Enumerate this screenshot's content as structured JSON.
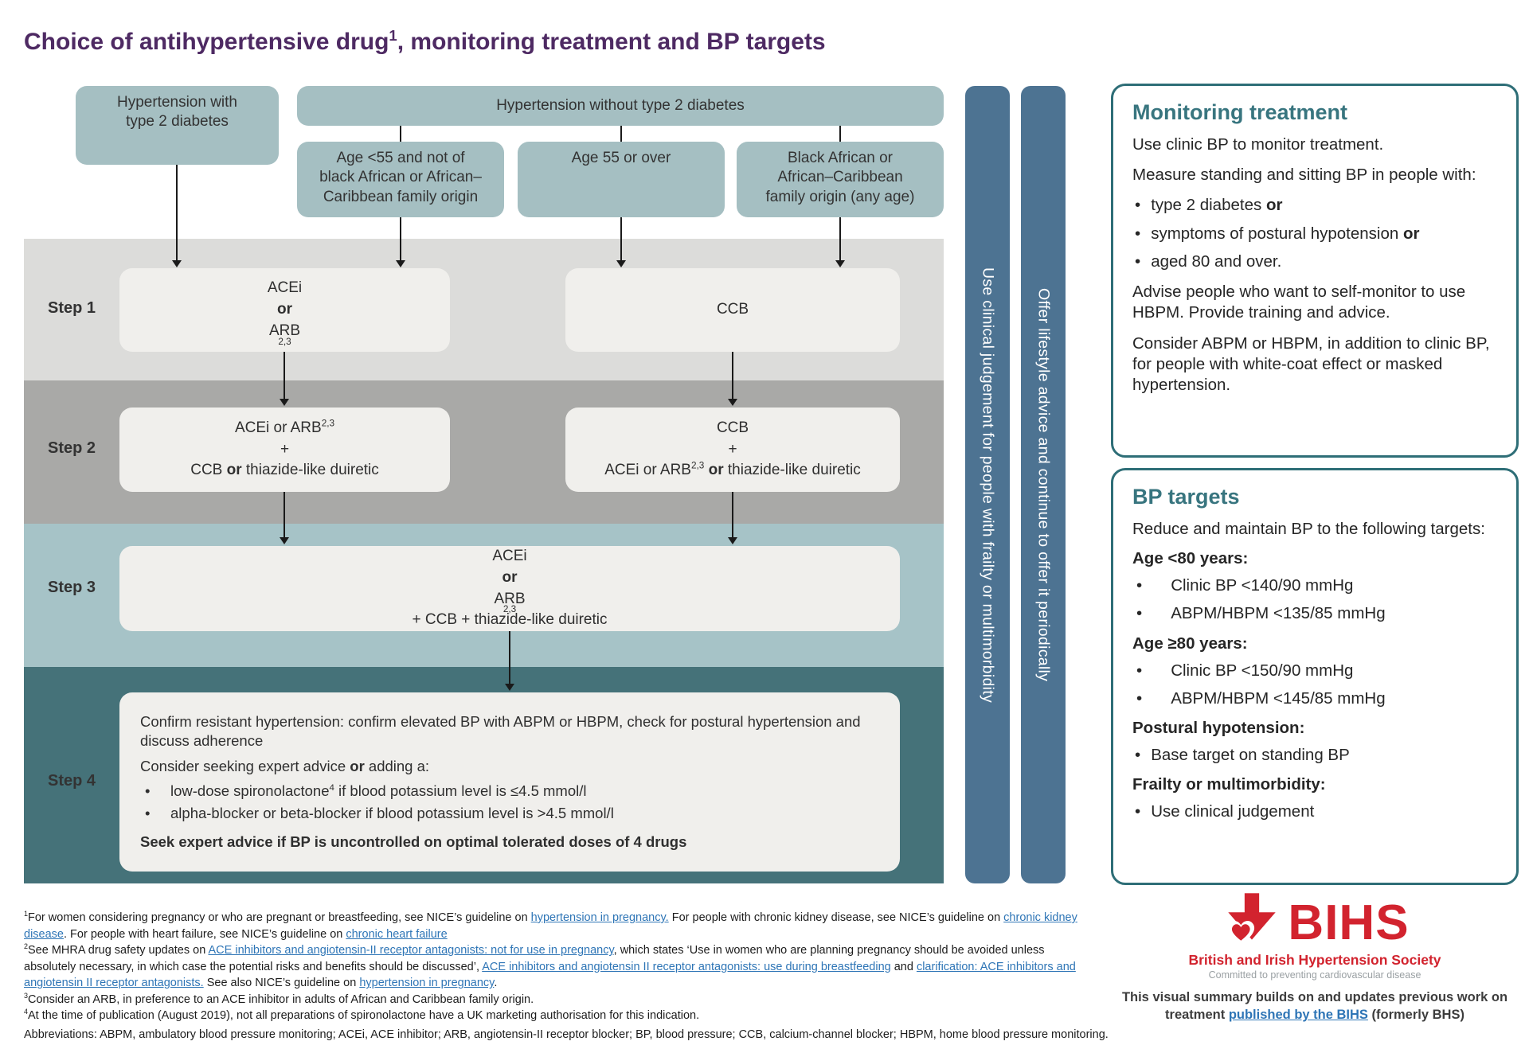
{
  "title": [
    {
      "t": "Choice of antihypertensive drug"
    },
    {
      "t": "1",
      "sup": true
    },
    {
      "t": ", monitoring treatment and BP targets"
    }
  ],
  "colors": {
    "title_purple": "#4e2a63",
    "teal_box": "#a5bfc2",
    "row_step1": "#dcdcda",
    "row_step2": "#a9a9a7",
    "row_step3": "#a6c3c7",
    "row_step4": "#457279",
    "white_box": "#f0efec",
    "bar_blue": "#4d7392",
    "panel_border": "#2e6e77",
    "panel_heading": "#38757f",
    "bihs_red": "#d2232e",
    "link_blue": "#2e75b6",
    "arrow_black": "#1a1a1a"
  },
  "flowchart": {
    "entry": {
      "with_t2d": "Hypertension with\ntype 2 diabetes",
      "without_t2d": "Hypertension without type 2 diabetes"
    },
    "categories": [
      "Age <55 and not of\nblack African or African–\nCaribbean family origin",
      "Age 55 or over",
      "Black African or\nAfrican–Caribbean\nfamily origin (any age)"
    ],
    "steps": [
      {
        "label": "Step 1",
        "box_left": [
          {
            "t": "ACEi "
          },
          {
            "t": "or",
            "b": true
          },
          {
            "t": " ARB"
          },
          {
            "t": "2,3",
            "sup": true
          }
        ],
        "box_right": [
          {
            "t": "CCB"
          }
        ]
      },
      {
        "label": "Step 2",
        "box_left_lines": [
          [
            {
              "t": "ACEi or ARB"
            },
            {
              "t": "2,3",
              "sup": true
            }
          ],
          [
            {
              "t": "+"
            }
          ],
          [
            {
              "t": "CCB "
            },
            {
              "t": "or",
              "b": true
            },
            {
              "t": " thiazide-like duiretic"
            }
          ]
        ],
        "box_right_lines": [
          [
            {
              "t": "CCB"
            }
          ],
          [
            {
              "t": "+"
            }
          ],
          [
            {
              "t": "ACEi or ARB"
            },
            {
              "t": "2,3",
              "sup": true
            },
            {
              "t": " "
            },
            {
              "t": "or",
              "b": true
            },
            {
              "t": " thiazide-like duiretic"
            }
          ]
        ]
      },
      {
        "label": "Step 3",
        "box": [
          {
            "t": "ACEi "
          },
          {
            "t": "or",
            "b": true
          },
          {
            "t": " ARB"
          },
          {
            "t": "2,3",
            "sup": true
          },
          {
            "t": " + CCB + thiazide-like duiretic"
          }
        ]
      },
      {
        "label": "Step 4",
        "p1": [
          {
            "t": "Confirm resistant hypertension: confirm elevated BP with ABPM or HBPM, check for postural hypertension and discuss adherence"
          }
        ],
        "p2": [
          {
            "t": "Consider seeking expert advice "
          },
          {
            "t": "or",
            "b": true
          },
          {
            "t": " adding a:"
          }
        ],
        "bullets": [
          [
            {
              "t": "low-dose spironolactone"
            },
            {
              "t": "4",
              "sup": true
            },
            {
              "t": " if blood potassium level is ≤4.5 mmol/l"
            }
          ],
          [
            {
              "t": "alpha-blocker or beta-blocker if blood potassium level is >4.5 mmol/l"
            }
          ]
        ],
        "p3": [
          {
            "t": "Seek expert advice if BP is uncontrolled on optimal tolerated doses of 4 drugs",
            "b": true
          }
        ]
      }
    ]
  },
  "sidebars": [
    "Use clinical judgement for people with frailty or multimorbidity",
    "Offer lifestyle advice and continue to offer it periodically"
  ],
  "monitoring": {
    "heading": "Monitoring treatment",
    "p1": "Use clinic BP to monitor treatment.",
    "p2": "Measure standing and sitting BP in people with:",
    "bullets": [
      [
        {
          "t": "type 2 diabetes "
        },
        {
          "t": "or",
          "b": true
        }
      ],
      [
        {
          "t": "symptoms of postural hypotension "
        },
        {
          "t": "or",
          "b": true
        }
      ],
      [
        {
          "t": "aged 80 and over."
        }
      ]
    ],
    "p3": "Advise people who want to self-monitor to use HBPM. Provide training and advice.",
    "p4": "Consider ABPM or HBPM, in addition to clinic BP, for people with white-coat effect or masked hypertension."
  },
  "bp_targets": {
    "heading": "BP targets",
    "intro": "Reduce and maintain BP to the following targets:",
    "sections": [
      {
        "head": "Age <80 years:",
        "bullets": [
          "Clinic BP <140/90 mmHg",
          "ABPM/HBPM <135/85 mmHg"
        ]
      },
      {
        "head": "Age ≥80 years:",
        "bullets": [
          "Clinic BP <150/90 mmHg",
          "ABPM/HBPM <145/85 mmHg"
        ]
      },
      {
        "head": "Postural hypotension:",
        "bullets": [
          "Base target on standing BP"
        ]
      },
      {
        "head": "Frailty or multimorbidity:",
        "bullets": [
          "Use clinical judgement"
        ]
      }
    ]
  },
  "footnotes": [
    [
      {
        "t": "1",
        "sup": true
      },
      {
        "t": "For women considering pregnancy or who are pregnant or breastfeeding, see NICE’s guideline on "
      },
      {
        "t": "hypertension in pregnancy.",
        "link": true
      },
      {
        "t": " For people with chronic kidney disease, see NICE’s guideline on "
      },
      {
        "t": "chronic kidney disease",
        "link": true
      },
      {
        "t": ". For people with heart failure, see NICE’s guideline on "
      },
      {
        "t": "chronic heart failure",
        "link": true
      }
    ],
    [
      {
        "t": "2",
        "sup": true
      },
      {
        "t": "See MHRA drug safety updates on "
      },
      {
        "t": "ACE inhibitors and angiotensin-II receptor antagonists: not for use in pregnancy",
        "link": true
      },
      {
        "t": ", which states ‘Use in women who are planning pregnancy should be avoided unless absolutely necessary, in which case the potential risks and benefits should be discussed’,  "
      },
      {
        "t": "ACE inhibitors and angiotensin II receptor antagonists: use during breastfeeding",
        "link": true
      },
      {
        "t": " and "
      },
      {
        "t": "clarification: ACE inhibitors and angiotensin II receptor antagonists.",
        "link": true
      },
      {
        "t": " See also NICE’s guideline on "
      },
      {
        "t": "hypertension in pregnancy",
        "link": true
      },
      {
        "t": "."
      }
    ],
    [
      {
        "t": "3",
        "sup": true
      },
      {
        "t": "Consider an ARB, in preference to an ACE inhibitor in adults of African and Caribbean family origin."
      }
    ],
    [
      {
        "t": "4",
        "sup": true
      },
      {
        "t": "At the time of publication (August 2019), not all preparations of spironolactone have a UK marketing authorisation for this indication."
      }
    ]
  ],
  "abbreviations": "Abbreviations: ABPM, ambulatory blood pressure monitoring; ACEi, ACE inhibitor; ARB, angiotensin-II receptor blocker; BP, blood pressure; CCB, calcium-channel blocker; HBPM, home blood pressure monitoring.",
  "logo": {
    "name": "BIHS",
    "tagline": "British and Irish Hypertension Society",
    "subtagline": "Committed to preventing cardiovascular disease",
    "note": [
      {
        "t": "This visual summary builds on and updates previous work on treatment "
      },
      {
        "t": "published by the BIHS",
        "link": true
      },
      {
        "t": " (formerly BHS)"
      }
    ]
  }
}
